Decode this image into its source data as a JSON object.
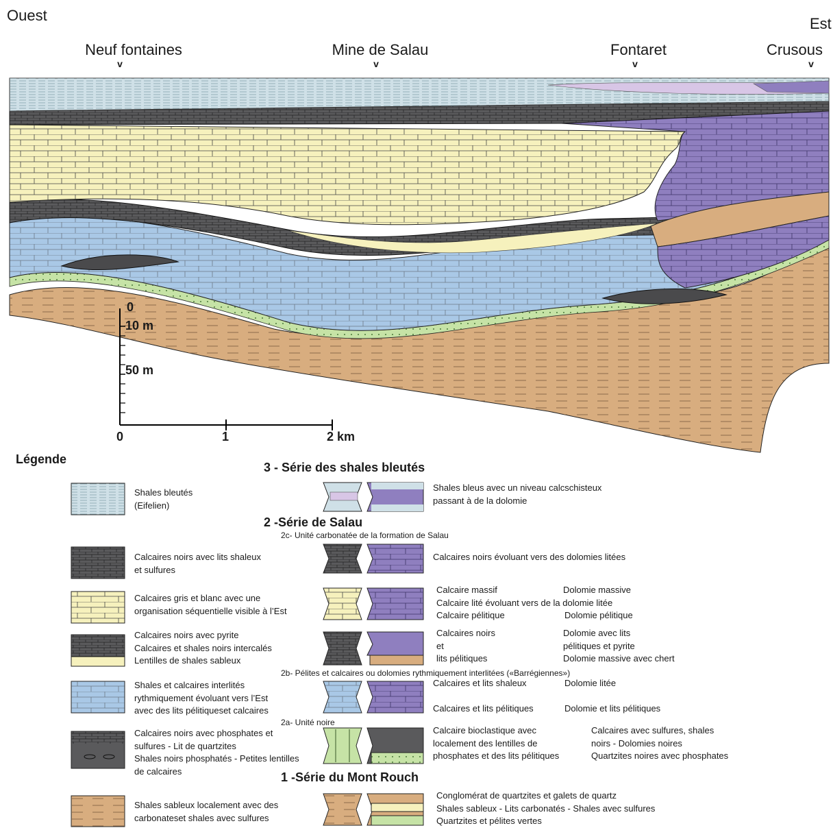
{
  "directions": {
    "west": "Ouest",
    "east": "Est"
  },
  "localities": [
    "Neuf fontaines",
    "Mine de Salau",
    "Fontaret",
    "Crusous"
  ],
  "marker_glyph": "v",
  "scale": {
    "vertical": [
      "0",
      "10 m",
      "50 m"
    ],
    "horizontal": [
      "0",
      "1",
      "2 km"
    ]
  },
  "colors": {
    "blue_shale": "#cfe0e7",
    "grey_black": "#5a5a5c",
    "yellow": "#f6f1bd",
    "light_blue": "#a9c8e6",
    "green": "#c6e3a6",
    "tan": "#d8ad7f",
    "purple": "#8f7fbf",
    "lilac": "#d8c6e6"
  },
  "legend": {
    "title": "Légende",
    "series3": "3 - Série des shales bleutés",
    "series2": "2 -Série de Salau",
    "unit_2c": "2c- Unité carbonatée de la formation de Salau",
    "unit_2b": "2b- Pélites et calcaires ou dolomies rythmiquement interlitées («Barrégiennes»)",
    "unit_2a": "2a- Unité noire",
    "series1": "1 -Série du Mont Rouch",
    "rows": [
      {
        "left": [
          "Shales bleutés",
          "(Eifelien)"
        ],
        "right": [
          "Shales bleus avec un niveau calcschisteux",
          "passant à de la dolomie"
        ]
      },
      {
        "left": [
          "Calcaires noirs avec lits shaleux",
          "et sulfures"
        ],
        "right": [
          "Calcaires noirs évoluant vers des dolomies litées"
        ]
      },
      {
        "left": [
          "Calcaires gris et blanc avec une",
          "organisation séquentielle visible à l’Est"
        ],
        "right_a": [
          "Calcaire massif",
          "Calcaire lité évoluant vers de la dolomie litée",
          "Calcaire pélitique"
        ],
        "right_b": [
          "Dolomie massive",
          "",
          "Dolomie pélitique"
        ]
      },
      {
        "left": [
          "Calcaires noirs avec pyrite",
          "Calcaires et shales noirs intercalés",
          "Lentilles de shales sableux"
        ],
        "right_a": [
          "Calcaires noirs",
          "et",
          "lits pélitiques"
        ],
        "right_b": [
          "Dolomie avec lits",
          "pélitiques et pyrite",
          "Dolomie massive avec chert"
        ]
      },
      {
        "left": [
          "Shales et calcaires interlités",
          "rythmiquement évoluant vers l’Est",
          "avec des lits pélitiqueset calcaires"
        ],
        "right_a": [
          "Calcaires et lits shaleux",
          "",
          "Calcaires et lits pélitiques"
        ],
        "right_b": [
          "Dolomie litée",
          "",
          "Dolomie et lits pélitiques"
        ]
      },
      {
        "left": [
          "Calcaires noirs avec phosphates et",
          "sulfures - Lit de quartzites",
          "Shales noirs phosphatés - Petites lentilles",
          "de calcaires"
        ],
        "right_a": [
          "Calcaire bioclastique avec",
          "localement des lentilles de",
          "phosphates et des lits pélitiques"
        ],
        "right_b": [
          "Calcaires avec sulfures, shales",
          "noirs - Dolomies noires",
          "Quartzites noires avec phosphates"
        ]
      },
      {
        "left": [
          "Shales sableux localement avec des",
          "carbonateset shales avec sulfures"
        ],
        "right": [
          "Conglomérat de quartzites et galets de quartz",
          "Shales sableux - Lits carbonatés - Shales avec sulfures",
          "Quartzites et pélites vertes"
        ]
      }
    ]
  }
}
